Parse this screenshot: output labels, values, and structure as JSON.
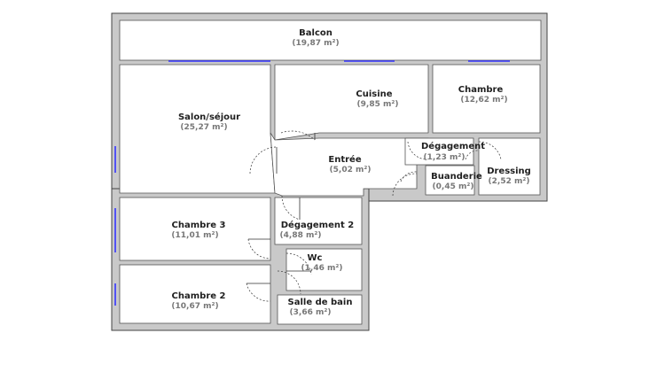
{
  "colors": {
    "wall_fill": "#c9c9c9",
    "wall_stroke": "#444444",
    "floor": "#ffffff",
    "window": "#3535ff",
    "door_swing": "#333333",
    "label_text": "#1f1f1f",
    "area_text": "#777777"
  },
  "rooms": {
    "balcon": {
      "name": "Balcon",
      "area": "(19,87 m²)"
    },
    "salon": {
      "name": "Salon/séjour",
      "area": "(25,27 m²)"
    },
    "cuisine": {
      "name": "Cuisine",
      "area": "(9,85 m²)"
    },
    "chambre": {
      "name": "Chambre",
      "area": "(12,62 m²)"
    },
    "degagement": {
      "name": "Dégagement",
      "area": "(1,23 m²)"
    },
    "entree": {
      "name": "Entrée",
      "area": "(5,02 m²)"
    },
    "buanderie": {
      "name": "Buanderie",
      "area": "(0,45 m²)"
    },
    "dressing": {
      "name": "Dressing",
      "area": "(2,52 m²)"
    },
    "chambre3": {
      "name": "Chambre 3",
      "area": "(11,01 m²)"
    },
    "degagement2": {
      "name": "Dégagement 2",
      "area": "(4,88 m²)"
    },
    "wc": {
      "name": "Wc",
      "area": "(1,46 m²)"
    },
    "chambre2": {
      "name": "Chambre 2",
      "area": "(10,67 m²)"
    },
    "salle_de_bain": {
      "name": "Salle de bain",
      "area": "(3,66 m²)"
    }
  }
}
